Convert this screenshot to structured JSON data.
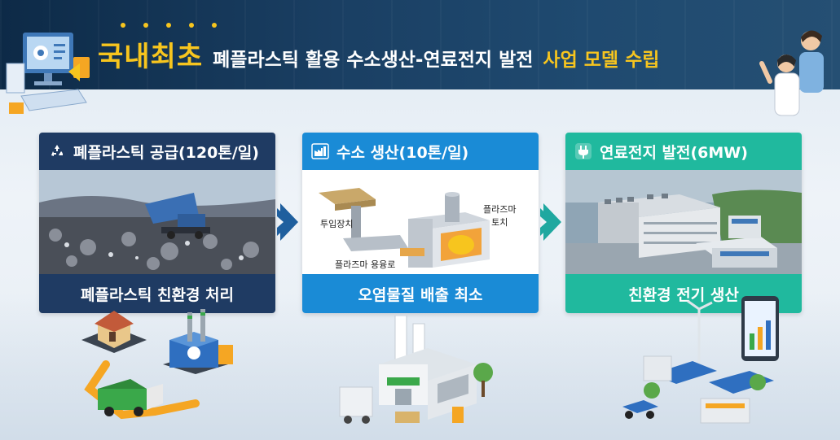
{
  "header": {
    "title_main": "국내최초",
    "title_sub": "폐플라스틱 활용 수소생산-연료전지 발전",
    "title_accent": "사업 모델 수립"
  },
  "cards": [
    {
      "title": "폐플라스틱 공급(120톤/일)",
      "icon": "recycle-icon",
      "footer": "폐플라스틱 친환경 처리"
    },
    {
      "title": "수소 생산(10톤/일)",
      "icon": "factory-icon",
      "footer": "오염물질 배출 최소",
      "labels": {
        "input": "투입장치",
        "torch": "플라즈마\n토치",
        "furnace": "플라즈마 용융로"
      }
    },
    {
      "title": "연료전지 발전(6MW)",
      "icon": "plug-icon",
      "footer": "친환경 전기 생산"
    }
  ],
  "colors": {
    "accent_yellow": "#f7c51e",
    "navy": "#1f3b63",
    "blue": "#1a8bd6",
    "teal": "#20b99e"
  }
}
